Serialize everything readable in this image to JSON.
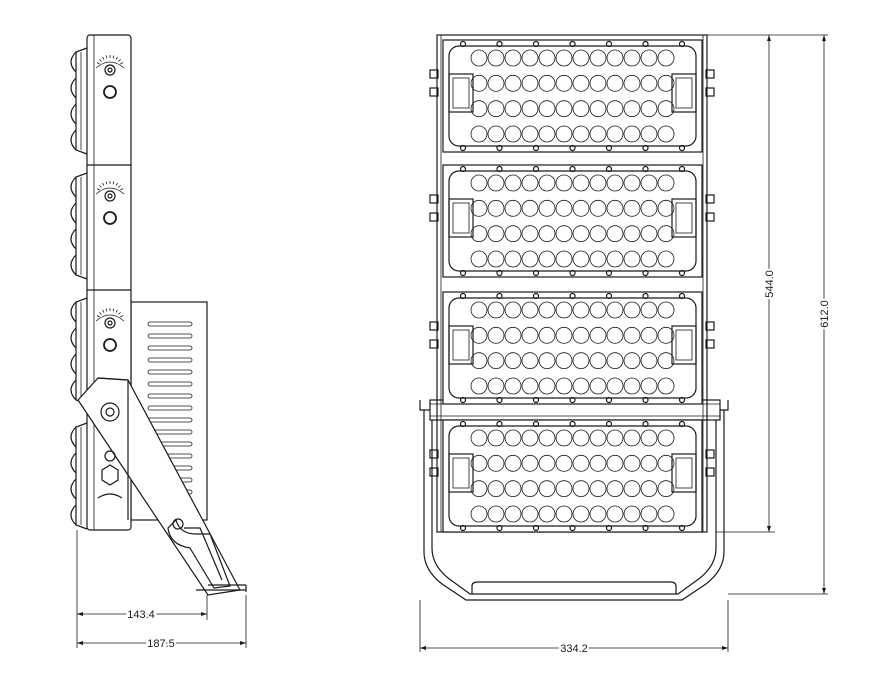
{
  "dimensions": {
    "side_depth": "143.4",
    "side_total": "187.5",
    "front_width": "334.2",
    "front_height_inner": "544.0",
    "front_height_total": "612.0"
  },
  "colors": {
    "line": "#1a1a1a",
    "background": "#ffffff"
  }
}
